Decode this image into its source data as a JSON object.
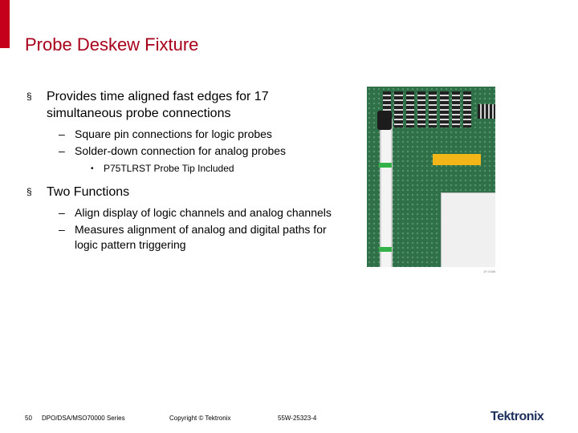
{
  "slide": {
    "title": "Probe Deskew Fixture",
    "accent_color": "#c4001a",
    "title_color": "#a8001b"
  },
  "bullets": [
    {
      "text": "Provides time aligned fast edges for 17 simultaneous probe connections",
      "subitems": [
        {
          "text": "Square pin connections for logic probes"
        },
        {
          "text": "Solder-down connection for analog probes",
          "subitems": [
            "P75TLRST Probe Tip Included"
          ]
        }
      ]
    },
    {
      "text": "Two Functions",
      "subitems": [
        {
          "text": "Align display of logic channels and  analog channels"
        },
        {
          "text": "Measures alignment of analog and digital paths for logic pattern triggering"
        }
      ]
    }
  ],
  "photo": {
    "id_text": "1P-5486",
    "description_icon": "deskew-fixture-board-photo"
  },
  "footer": {
    "page": "50",
    "series": "DPO/DSA/MSO70000 Series",
    "copyright": "Copyright © Tektronix",
    "doc_number": "55W-25323-4"
  },
  "logo": {
    "text": "Tektronix",
    "color": "#1d2f5c"
  }
}
